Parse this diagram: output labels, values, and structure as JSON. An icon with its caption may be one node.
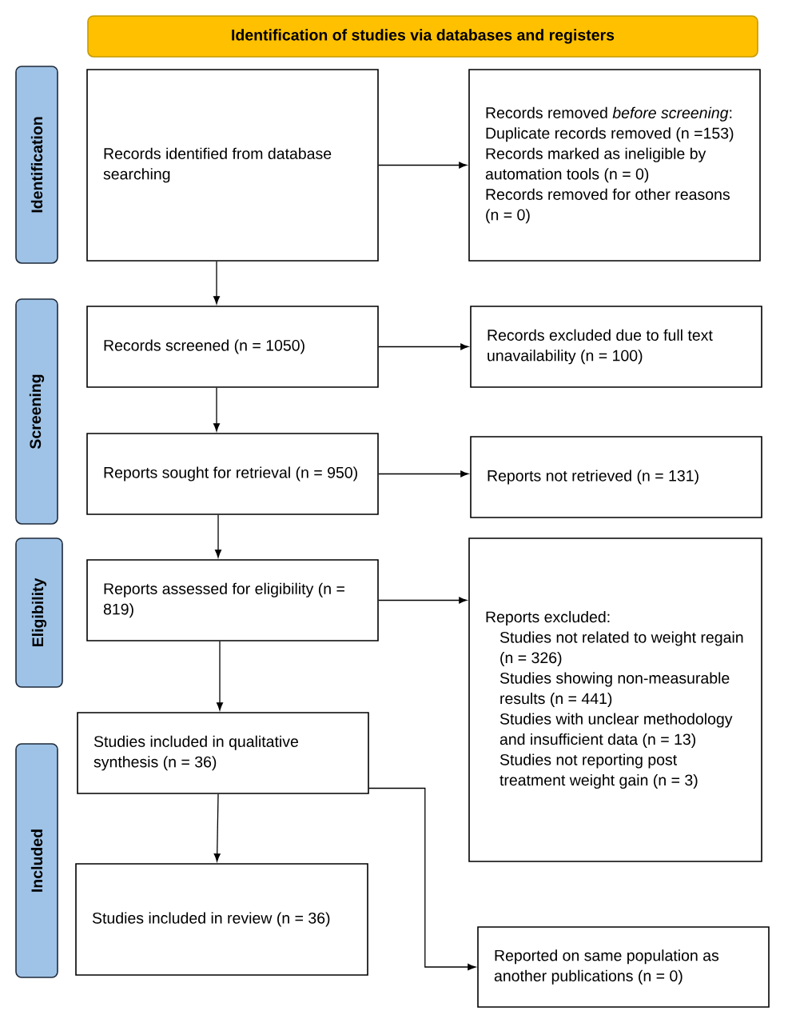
{
  "diagram": {
    "nodes": [
      {
        "text": [
          "Identification of studies via databases and registers"
        ]
      },
      {
        "text": [
          "Identification"
        ]
      },
      {
        "text": [
          "Screening"
        ]
      },
      {
        "text": [
          "Eligibility"
        ]
      },
      {
        "text": [
          "Included"
        ]
      },
      {
        "text": [
          "Records identified from database searching"
        ]
      },
      {
        "text": [
          "Records removed *before screening*:",
          "Duplicate records removed (n =153)",
          "Records marked as ineligible by automation tools (n = 0)",
          "Records removed for other reasons (n = 0)"
        ]
      },
      {
        "text": [
          "Records screened (n = 1050)"
        ]
      },
      {
        "text": [
          "Records excluded due to full text unavailability (n = 100)"
        ]
      },
      {
        "text": [
          "Reports sought for retrieval (n = 950)"
        ]
      },
      {
        "text": [
          "Reports not retrieved (n = 131)"
        ]
      },
      {
        "text": [
          "Reports assessed for eligibility (n = 819)"
        ]
      },
      {
        "text": [
          "Reports excluded:",
          "Studies not related to weight regain (n = 326)",
          "Studies showing non-measurable results (n = 441)",
          "Studies with unclear methodology and insufficient data (n = 13)",
          "Studies not reporting post treatment weight gain (n = 3)"
        ]
      },
      {
        "text": [
          "Studies included in qualitative synthesis (n = 36)"
        ]
      },
      {
        "text": [
          "Studies included in review (n = 36)"
        ]
      },
      {
        "text": [
          "Reported on same population as another publications (n = 0)"
        ]
      }
    ],
    "edges": [
      {
        "from": 5,
        "to": 6,
        "arrow": "to"
      },
      {
        "from": 5,
        "to": 7,
        "arrow": "to"
      },
      {
        "from": 7,
        "to": 8,
        "arrow": "to"
      },
      {
        "from": 7,
        "to": 9,
        "arrow": "to"
      },
      {
        "from": 9,
        "to": 10,
        "arrow": "to"
      },
      {
        "from": 9,
        "to": 11,
        "arrow": "to"
      },
      {
        "from": 11,
        "to": 12,
        "arrow": "to"
      },
      {
        "from": 11,
        "to": 13,
        "arrow": "to"
      },
      {
        "from": 13,
        "to": 14,
        "arrow": "to"
      },
      {
        "from": 13,
        "to": 15,
        "arrow": "to"
      }
    ]
  }
}
